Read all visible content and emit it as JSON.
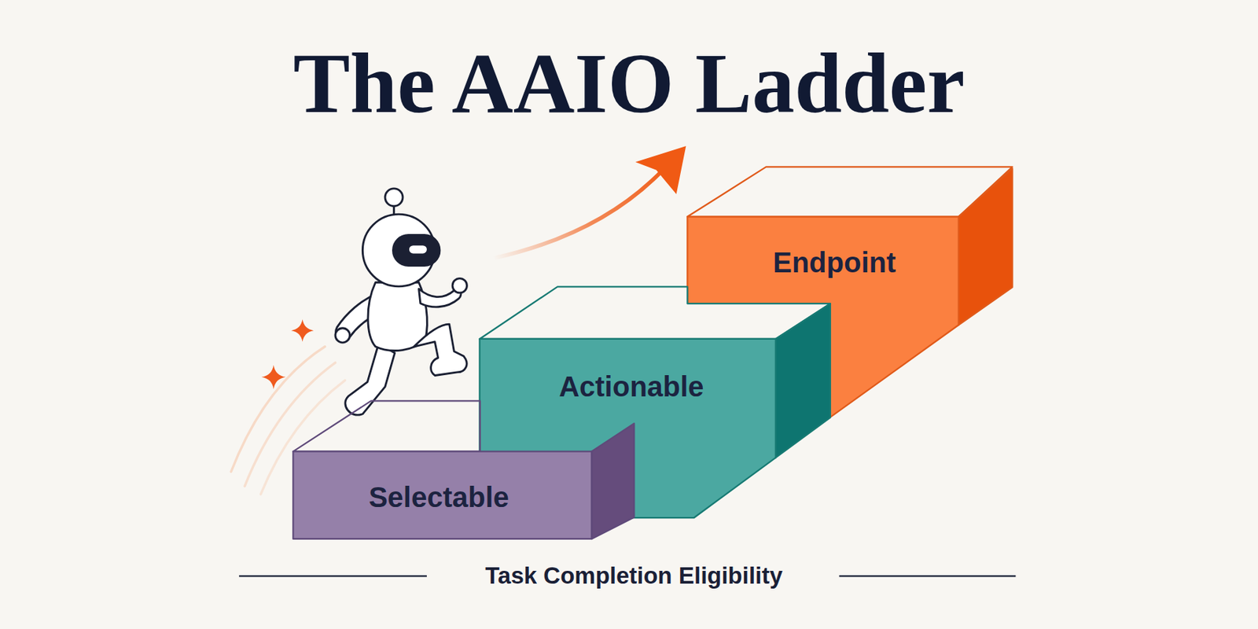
{
  "diagram": {
    "title": "The AAIO Ladder",
    "caption": "Task Completion Eligibility",
    "nodes": [
      {
        "text": [
          "Selectable"
        ]
      },
      {
        "text": [
          "Actionable"
        ]
      },
      {
        "text": [
          "Endpoint"
        ]
      }
    ]
  }
}
